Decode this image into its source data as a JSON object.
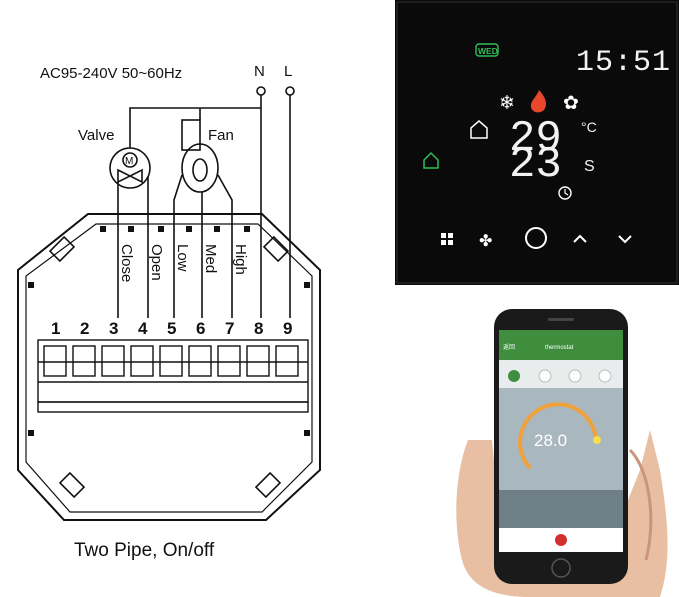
{
  "wiring": {
    "power_label": "AC95-240V  50~60Hz",
    "neutral_label": "N",
    "live_label": "L",
    "valve_label": "Valve",
    "valve_symbol": "M",
    "fan_label": "Fan",
    "wire_labels": [
      "Close",
      "Open",
      "Low",
      "Med",
      "High"
    ],
    "terminals": [
      "1",
      "2",
      "3",
      "4",
      "5",
      "6",
      "7",
      "8",
      "9"
    ],
    "caption": "Two Pipe, On/off"
  },
  "thermostat": {
    "day_badge": "WED",
    "clock": "15:51",
    "current_temp": "29",
    "current_unit": "°C",
    "set_temp": "23",
    "set_unit": "S",
    "colors": {
      "panel": "#0a0a0a",
      "badge": "#2fbf5a",
      "flame": "#e8472b",
      "glyph": "#ffffff"
    }
  },
  "phone": {
    "back_label": "返回",
    "app_title": "thermostat",
    "dial_value": "28.0",
    "colors": {
      "header": "#3e8e3e",
      "dial": "#f0a23a",
      "power": "#d32f2f"
    }
  }
}
